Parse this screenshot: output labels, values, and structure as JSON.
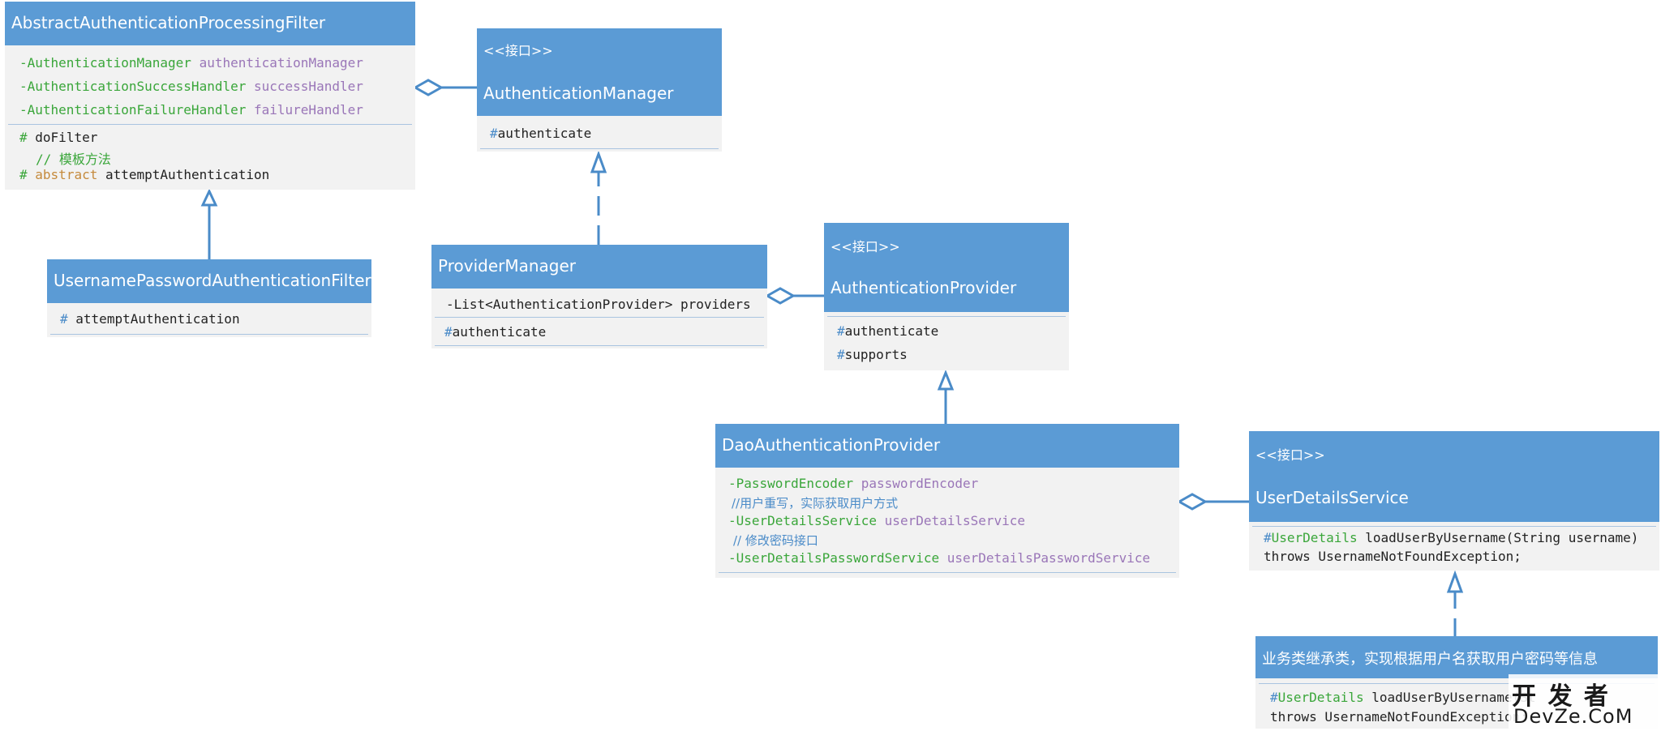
{
  "abstract_filter": {
    "name": "AbstractAuthenticationProcessingFilter",
    "fields": [
      {
        "prefix": "-",
        "type": "AuthenticationManager",
        "name": "authenticationManager"
      },
      {
        "prefix": "-",
        "type": "AuthenticationSuccessHandler",
        "name": "successHandler"
      },
      {
        "prefix": "-",
        "type": "AuthenticationFailureHandler",
        "name": "failureHandler"
      }
    ],
    "methods": {
      "m1_hash": "#",
      "m1_name": "doFilter",
      "comment": "// 模板方法",
      "m2_hash": "#",
      "m2_modifier": "abstract",
      "m2_name": "attemptAuthentication"
    }
  },
  "upaf": {
    "name": "UsernamePasswordAuthenticationFilter",
    "method_hash": "#",
    "method_name": "attemptAuthentication"
  },
  "auth_manager": {
    "stereotype": "<<接口>>",
    "name": "AuthenticationManager",
    "method_hash": "#",
    "method_name": "authenticate"
  },
  "provider_manager": {
    "name": "ProviderManager",
    "field": "-List<AuthenticationProvider> providers",
    "method_hash": "#",
    "method_name": "authenticate"
  },
  "auth_provider": {
    "stereotype": "<<接口>>",
    "name": "AuthenticationProvider",
    "m1_hash": "#",
    "m1_name": "authenticate",
    "m2_hash": "#",
    "m2_name": "supports"
  },
  "dao_provider": {
    "name": "DaoAuthenticationProvider",
    "f1_type": "-PasswordEncoder",
    "f1_name": "passwordEncoder",
    "c1": "//用户重写，实际获取用户方式",
    "f2_type": "-UserDetailsService",
    "f2_name": "userDetailsService",
    "c2": "// 修改密码接口",
    "f3_type": "-UserDetailsPasswordService",
    "f3_name": "userDetailsPasswordService"
  },
  "uds": {
    "stereotype": "<<接口>>",
    "name": "UserDetailsService",
    "m_hash": "#",
    "m_type": "UserDetails",
    "m_rest": " loadUserByUsername(String username)",
    "m_throws": "throws UsernameNotFoundException;"
  },
  "impl": {
    "name": "业务类继承类，实现根据用户名获取用户密码等信息",
    "m_hash": "#",
    "m_type": "UserDetails",
    "m_rest": " loadUserByUsername(St",
    "m_throws": "throws UsernameNotFoundException;"
  },
  "watermark": {
    "line1": "开 发 者",
    "line2": "DevZe.CoM"
  },
  "colors": {
    "header": "#5b9bd5",
    "body": "#f2f2f2",
    "connector": "#4a8bc8",
    "type_green": "#3aa63a",
    "name_purple": "#9a76b8",
    "modifier_orange": "#c58a3c"
  }
}
